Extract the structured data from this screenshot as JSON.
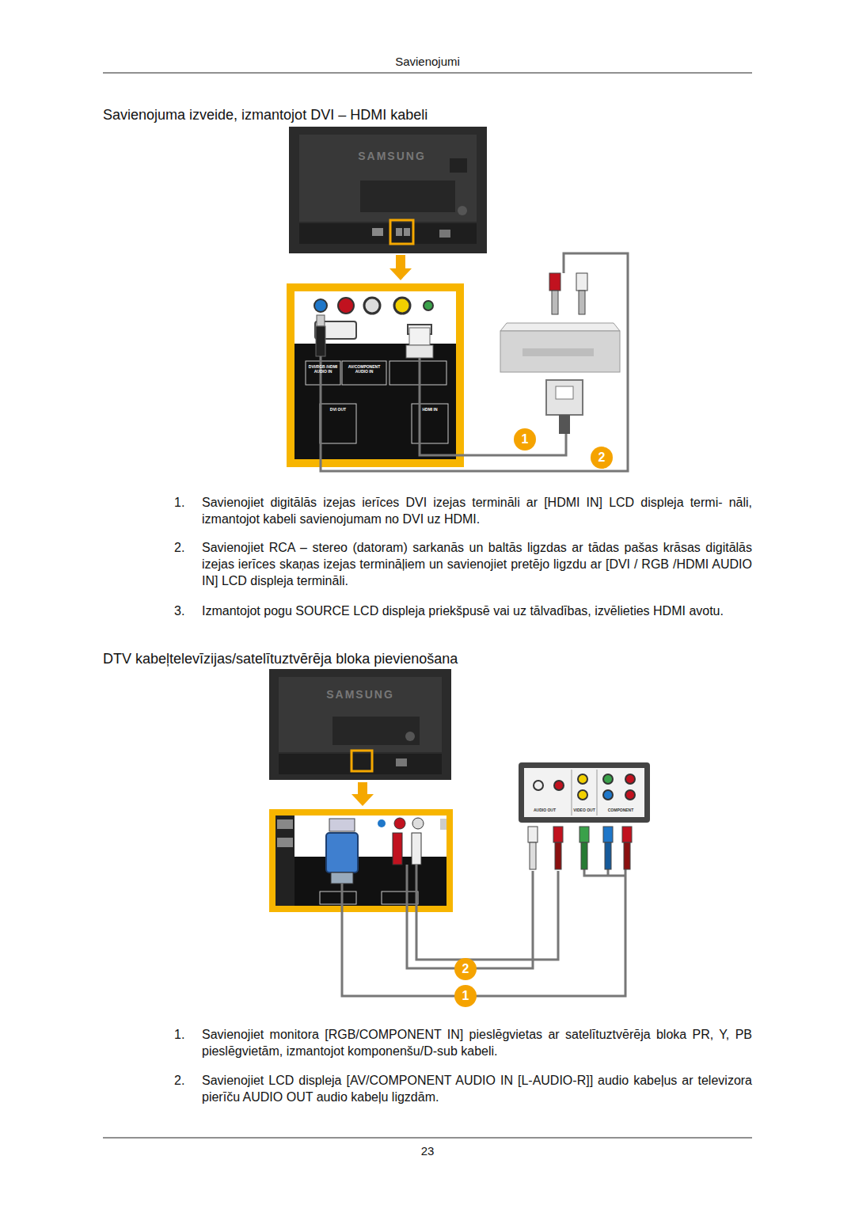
{
  "diagram": {
    "nodes": [
      {
        "text": [
          "1"
        ]
      },
      {
        "text": [
          "2"
        ]
      },
      {
        "text": [
          "2"
        ]
      },
      {
        "text": [
          "1"
        ]
      }
    ],
    "labels": [
      "Savienojumi",
      "Savienojuma izveide, izmantojot DVI – HDMI kabeli",
      "SAMSUNG",
      "DVI/RGB /HDMI AUDIO IN",
      "AV/COMPONENT AUDIO IN",
      "DVI OUT",
      "HDMI IN",
      "1.",
      "Savienojiet digitālās izejas ierīces DVI izejas termināli ar [HDMI IN] LCD displeja termi- nāli, izmantojot kabeli savienojumam no DVI uz HDMI.",
      "2.",
      "Savienojiet RCA – stereo (datoram) sarkanās un baltās ligzdas ar tādas pašas krāsas digitālās izejas ierīces skaņas izejas termināļiem un savienojiet pretējo ligzdu ar [DVI / RGB /HDMI AUDIO IN] LCD displeja termināli.",
      "3.",
      "Izmantojot pogu SOURCE LCD displeja priekšpusē vai uz tālvadības, izvēlieties HDMI avotu.",
      "DTV kabeļtelevīzijas/satelītuztvērēja bloka pievienošana",
      "SAMSUNG",
      "AUDIO OUT",
      "VIDEO OUT",
      "COMPONENT",
      "1.",
      "Savienojiet monitora [RGB/COMPONENT IN] pieslēgvietas ar satelītuztvērēja bloka PR, Y, PB pieslēgvietām, izmantojot komponenšu/D-sub kabeli.",
      "2.",
      "Savienojiet LCD displeja [AV/COMPONENT AUDIO IN [L-AUDIO-R]] audio kabeļus ar televizora pierīču AUDIO OUT audio kabeļu ligzdām.",
      "23"
    ]
  }
}
